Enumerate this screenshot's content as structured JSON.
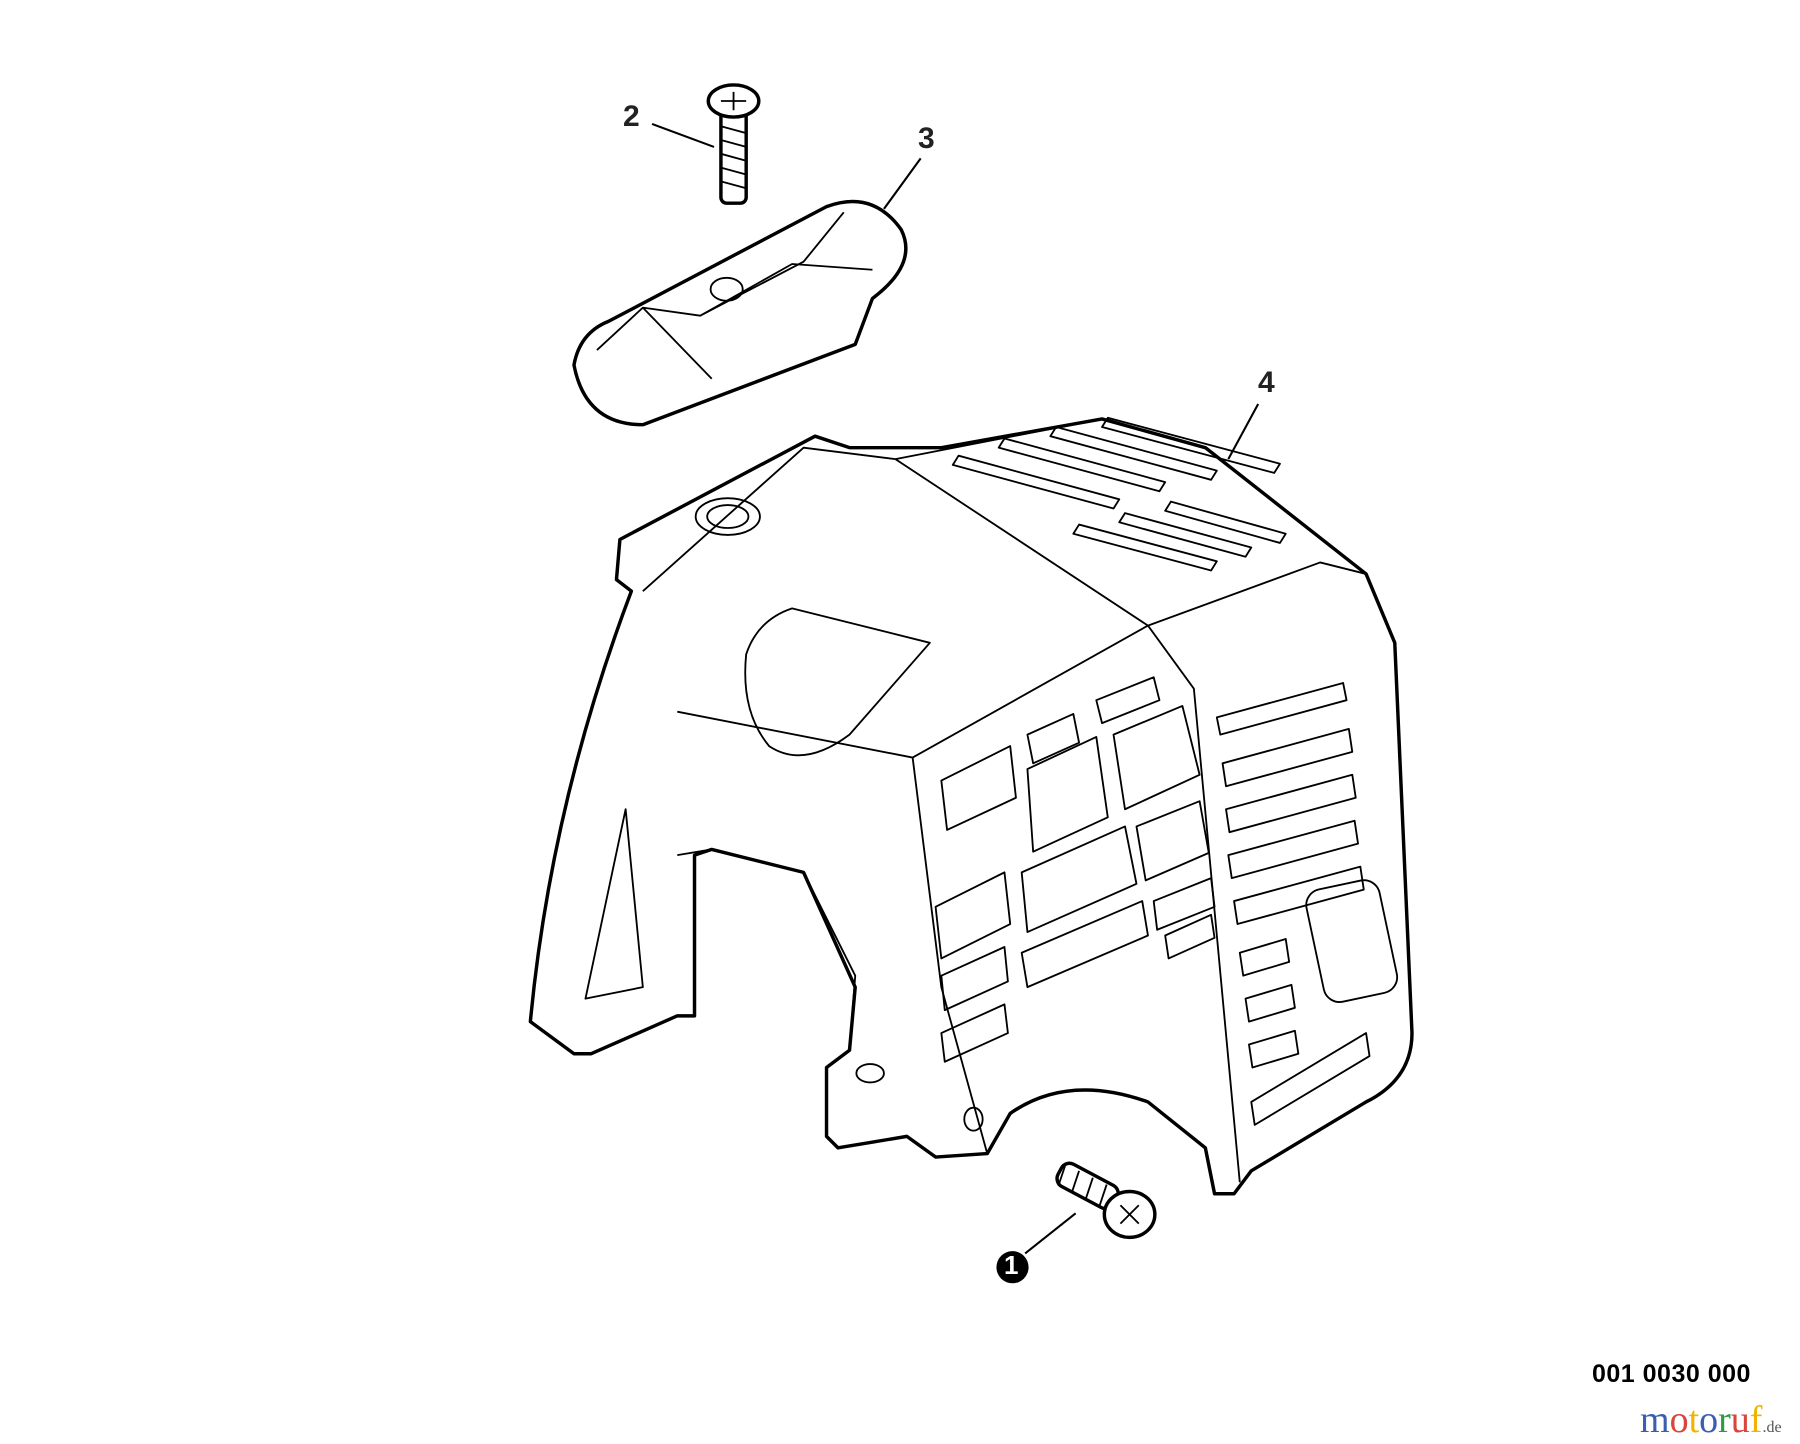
{
  "callouts": [
    {
      "id": "1",
      "style": "filled-circle"
    },
    {
      "id": "2",
      "style": "plain"
    },
    {
      "id": "3",
      "style": "plain"
    },
    {
      "id": "4",
      "style": "plain"
    }
  ],
  "drawing_code": "001 0030 000",
  "watermark": {
    "text": "motoruf",
    "suffix": ".de",
    "colors": [
      "#3b5fb0",
      "#d9453a",
      "#f0b400",
      "#3b5fb0",
      "#2e9a44",
      "#d9453a",
      "#f0b400"
    ]
  }
}
